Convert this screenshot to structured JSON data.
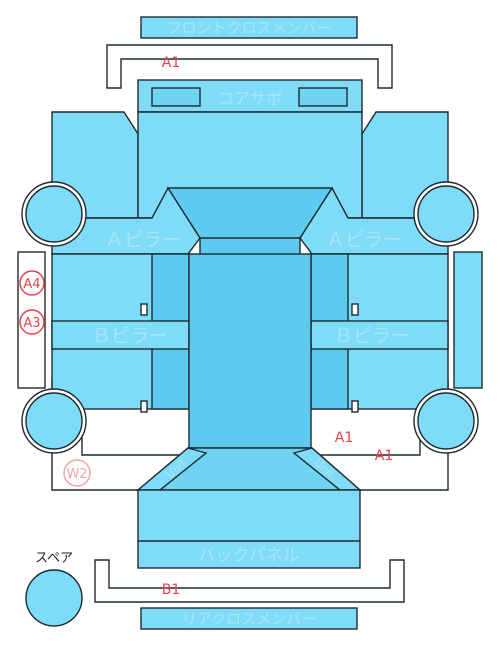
{
  "parts": {
    "front_cross_member": "フロントクロスメンバー",
    "core_support": "コアサポ",
    "a_pillar_left": "Ａピラー",
    "a_pillar_right": "Ａピラー",
    "b_pillar_left": "Ｂピラー",
    "b_pillar_right": "Ｂピラー",
    "back_panel": "バックパネル",
    "rear_cross_member": "リアクロスメンバー",
    "spare": "スペア",
    "rear_inner_left": "Unit",
    "rear_inner_right": "Unit"
  },
  "damage_marks": {
    "front_cross_member": "A1",
    "rear_right_1": "A1",
    "rear_right_2": "A1",
    "rear_cross_member": "B1"
  },
  "badges": [
    {
      "code": "A4",
      "status": "active"
    },
    {
      "code": "A3",
      "status": "active"
    },
    {
      "code": "W2",
      "status": "faded"
    }
  ],
  "colors": {
    "panel": "#7fdcf8",
    "panel_dark": "#5ccbef",
    "damage": "#e8414a"
  }
}
